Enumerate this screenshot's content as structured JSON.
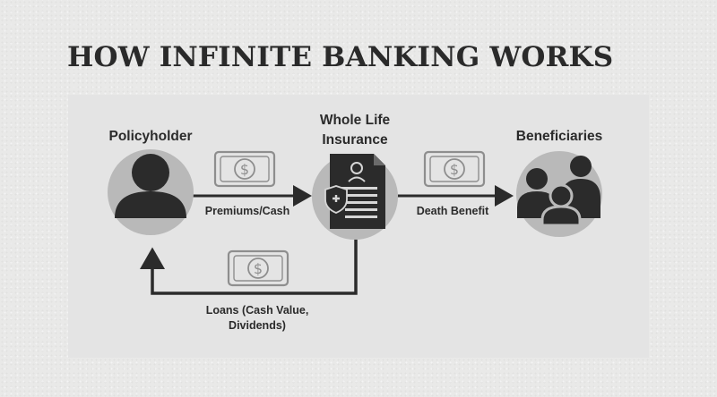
{
  "title": "HOW INFINITE BANKING WORKS",
  "nodes": {
    "policyholder": "Policyholder",
    "insurance_line1": "Whole Life",
    "insurance_line2": "Insurance",
    "beneficiaries": "Beneficiaries"
  },
  "edges": {
    "premiums": "Premiums/Cash",
    "death_benefit": "Death Benefit",
    "loans_line1": "Loans (Cash Value,",
    "loans_line2": "Dividends)"
  },
  "icons": {
    "money": "dollar-bill-icon",
    "person": "person-icon",
    "document": "insurance-document-icon",
    "family": "family-icon"
  },
  "colors": {
    "dark": "#2b2b2b",
    "circle": "#b9b9b9",
    "panel": "#e4e4e4",
    "bill": "#8e8e8e"
  }
}
